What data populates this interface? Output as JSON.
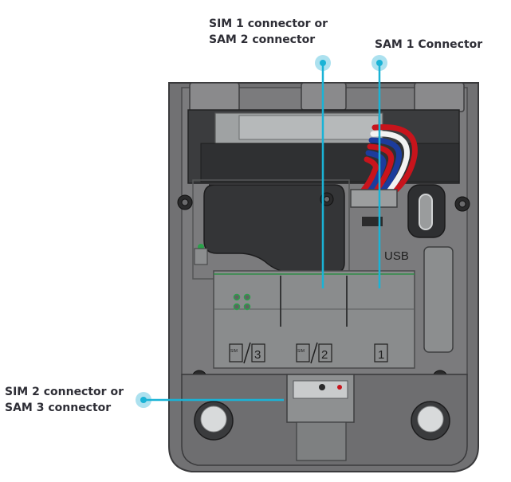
{
  "callouts": {
    "sim1_sam2": {
      "line1": "SIM 1 connector or",
      "line2": "SAM 2 connector"
    },
    "sam1": {
      "label": "SAM 1 Connector"
    },
    "sim2_sam3": {
      "line1": "SIM 2 connector or",
      "line2": "SAM 3 connector"
    }
  },
  "device_markings": {
    "usb": "USB",
    "slot_left_number": "3",
    "slot_middle_number": "2",
    "slot_right_number": "1",
    "slot_icon_text": "SIM"
  },
  "colors": {
    "callout_line": "#1ab3d6",
    "callout_dot": "#9edcec",
    "device_body": "#6b6b6d",
    "device_dark": "#38393b",
    "cable_red": "#c8141c",
    "cable_blue": "#1c3c9c"
  }
}
